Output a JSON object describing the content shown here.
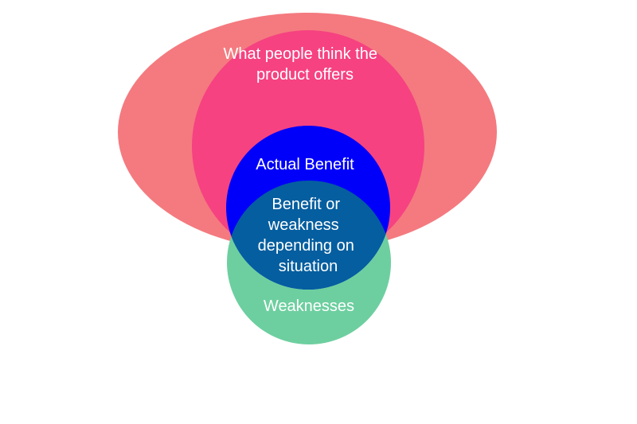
{
  "colors": {
    "background": "#ffffff",
    "outer_ellipse": "#f47a7f",
    "pink_circle": "#f64281",
    "actual_benefit_circle": "#0000fa",
    "weakness_circle": "#6dcf9f",
    "overlap": "#055e9f",
    "text": "#ffffff"
  },
  "regions": {
    "perceived_offer": {
      "lines": [
        "What people think the",
        "product offers"
      ]
    },
    "actual_benefit": {
      "lines": [
        "Actual Benefit"
      ]
    },
    "overlap": {
      "lines": [
        "Benefit or",
        "weakness",
        "depending on",
        "situation"
      ]
    },
    "weaknesses": {
      "lines": [
        "Weaknesses"
      ]
    }
  }
}
